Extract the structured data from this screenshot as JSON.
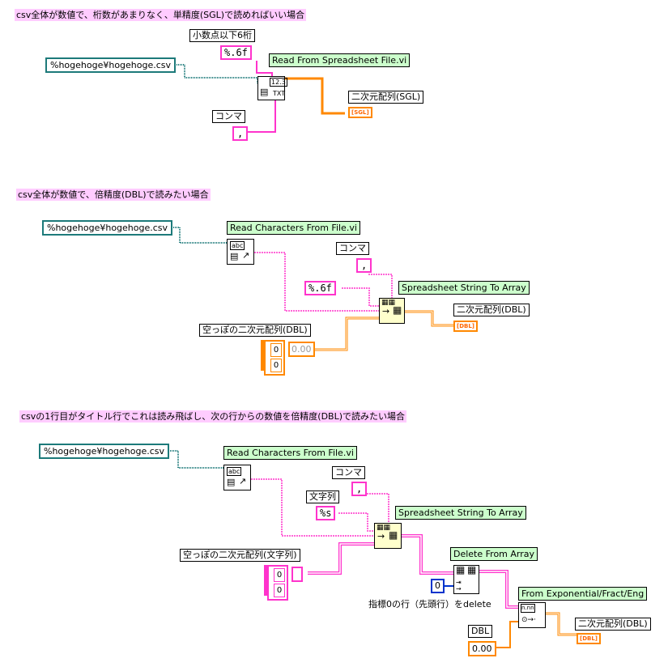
{
  "sections": [
    {
      "heading": "csv全体が数値で、桁数があまりなく、単精度(SGL)で読めればいい場合"
    },
    {
      "heading": "csv全体が数値で、倍精度(DBL)で読みたい場合"
    },
    {
      "heading": "csvの1行目がタイトル行でこれは読み飛ばし、次の行からの数値を倍精度(DBL)で読みたい場合"
    }
  ],
  "diagram1": {
    "path": "%hogehoge¥hogehoge.csv",
    "format_label": "小数点以下6桁",
    "format_value": "%.6f",
    "vi_label": "Read From Spreadsheet File.vi",
    "vi_icon_text": "12.3",
    "delimiter_label": "コンマ",
    "delimiter_value": ",",
    "output_label": "二次元配列(SGL)",
    "output_type": "[SGL]"
  },
  "diagram2": {
    "path": "%hogehoge¥hogehoge.csv",
    "read_vi_label": "Read Characters From File.vi",
    "read_icon_text": "abc",
    "delimiter_label": "コンマ",
    "delimiter_value": ",",
    "format_value": "%.6f",
    "convert_vi_label": "Spreadsheet String To Array",
    "empty_array_label": "空っぽの二次元配列(DBL)",
    "index0": "0",
    "index1": "0",
    "element": "0.00",
    "output_label": "二次元配列(DBL)",
    "output_type": "[DBL]"
  },
  "diagram3": {
    "path": "%hogehoge¥hogehoge.csv",
    "read_vi_label": "Read Characters From File.vi",
    "read_icon_text": "abc",
    "delimiter_label": "コンマ",
    "delimiter_value": ",",
    "string_label": "文字列",
    "format_value": "%s",
    "convert_vi_label": "Spreadsheet String To Array",
    "empty_array_label": "空っぽの二次元配列(文字列)",
    "index0": "0",
    "index1": "0",
    "delete_vi_label": "Delete From Array",
    "delete_index": "0",
    "delete_comment": "指標0の行（先頭行）をdelete",
    "fract_vi_label": "From Exponential/Fract/Eng",
    "fract_icon_text": "n.nn",
    "dbl_label": "DBL",
    "dbl_value": "0.00",
    "output_label": "二次元配列(DBL)",
    "output_type": "[DBL]"
  },
  "colors": {
    "heading_bg": "#ffccff",
    "vi_label_bg": "#ccffcc",
    "path_wire": "#1d7a7a",
    "string_wire": "#ff33cc",
    "numeric_wire": "#ff8800",
    "integer_wire": "#0033cc"
  }
}
